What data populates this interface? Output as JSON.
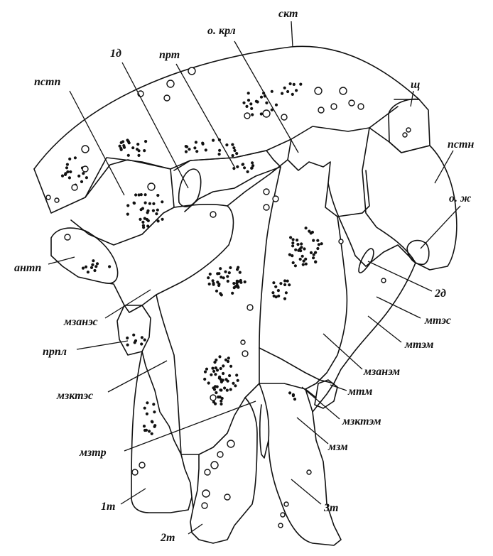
{
  "labels": {
    "skt": "скт",
    "o_krl": "о. крл",
    "prt": "прт",
    "d1": "1д",
    "pstp": "пстп",
    "shch": "щ",
    "pstn": "пстн",
    "o_zh": "о. ж",
    "antp": "антп",
    "d2": "2д",
    "mtes": "мтэс",
    "mzanes": "мзанэс",
    "mtem": "мтэм",
    "prpl": "прпл",
    "mzanem": "мзанэм",
    "mzktes": "мзктэс",
    "mtm": "мтм",
    "mzktem": "мзктэм",
    "mztr": "мзтр",
    "mzm": "мзм",
    "t1": "1т",
    "t3": "3т",
    "t2": "2т"
  }
}
